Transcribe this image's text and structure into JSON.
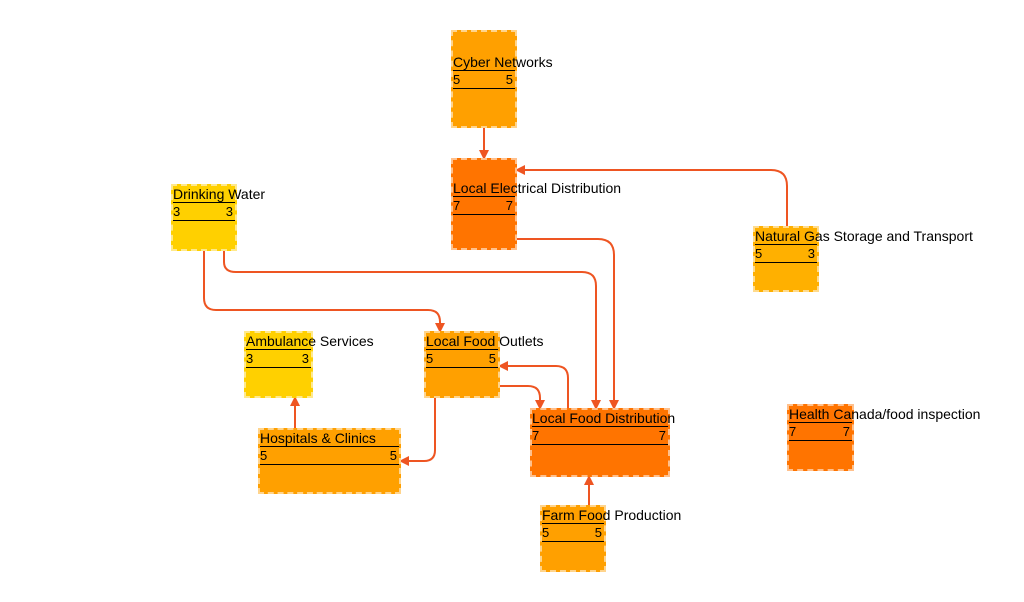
{
  "colors": {
    "edge": "#ee5522",
    "yellow": "#ffd000",
    "amber": "#ffb000",
    "orange": "#ffa000",
    "deep_orange": "#ff7400"
  },
  "nodes": [
    {
      "id": "cyber",
      "label": "Cyber Networks",
      "left": "5",
      "right": "5",
      "color": "orange"
    },
    {
      "id": "elec",
      "label": "Local Electrical Distribution",
      "left": "7",
      "right": "7",
      "color": "deep_orange"
    },
    {
      "id": "water",
      "label": "Drinking Water",
      "left": "3",
      "right": "3",
      "color": "yellow"
    },
    {
      "id": "gas",
      "label": "Natural Gas Storage and Transport",
      "left": "5",
      "right": "3",
      "color": "amber"
    },
    {
      "id": "ambulance",
      "label": "Ambulance Services",
      "left": "3",
      "right": "3",
      "color": "yellow"
    },
    {
      "id": "outlets",
      "label": "Local Food Outlets",
      "left": "5",
      "right": "5",
      "color": "orange"
    },
    {
      "id": "hospitals",
      "label": "Hospitals & Clinics",
      "left": "5",
      "right": "5",
      "color": "orange"
    },
    {
      "id": "fooddist",
      "label": "Local Food Distribution",
      "left": "7",
      "right": "7",
      "color": "deep_orange"
    },
    {
      "id": "health",
      "label": "Health Canada/food inspection",
      "left": "7",
      "right": "7",
      "color": "deep_orange"
    },
    {
      "id": "farm",
      "label": "Farm Food Production",
      "left": "5",
      "right": "5",
      "color": "orange"
    }
  ],
  "edges": [
    {
      "from": "cyber",
      "to": "elec"
    },
    {
      "from": "gas",
      "to": "elec"
    },
    {
      "from": "water",
      "to": "outlets"
    },
    {
      "from": "water",
      "to": "fooddist"
    },
    {
      "from": "elec",
      "to": "fooddist"
    },
    {
      "from": "fooddist",
      "to": "outlets"
    },
    {
      "from": "outlets",
      "to": "fooddist"
    },
    {
      "from": "outlets",
      "to": "hospitals"
    },
    {
      "from": "hospitals",
      "to": "ambulance"
    },
    {
      "from": "farm",
      "to": "fooddist"
    }
  ]
}
